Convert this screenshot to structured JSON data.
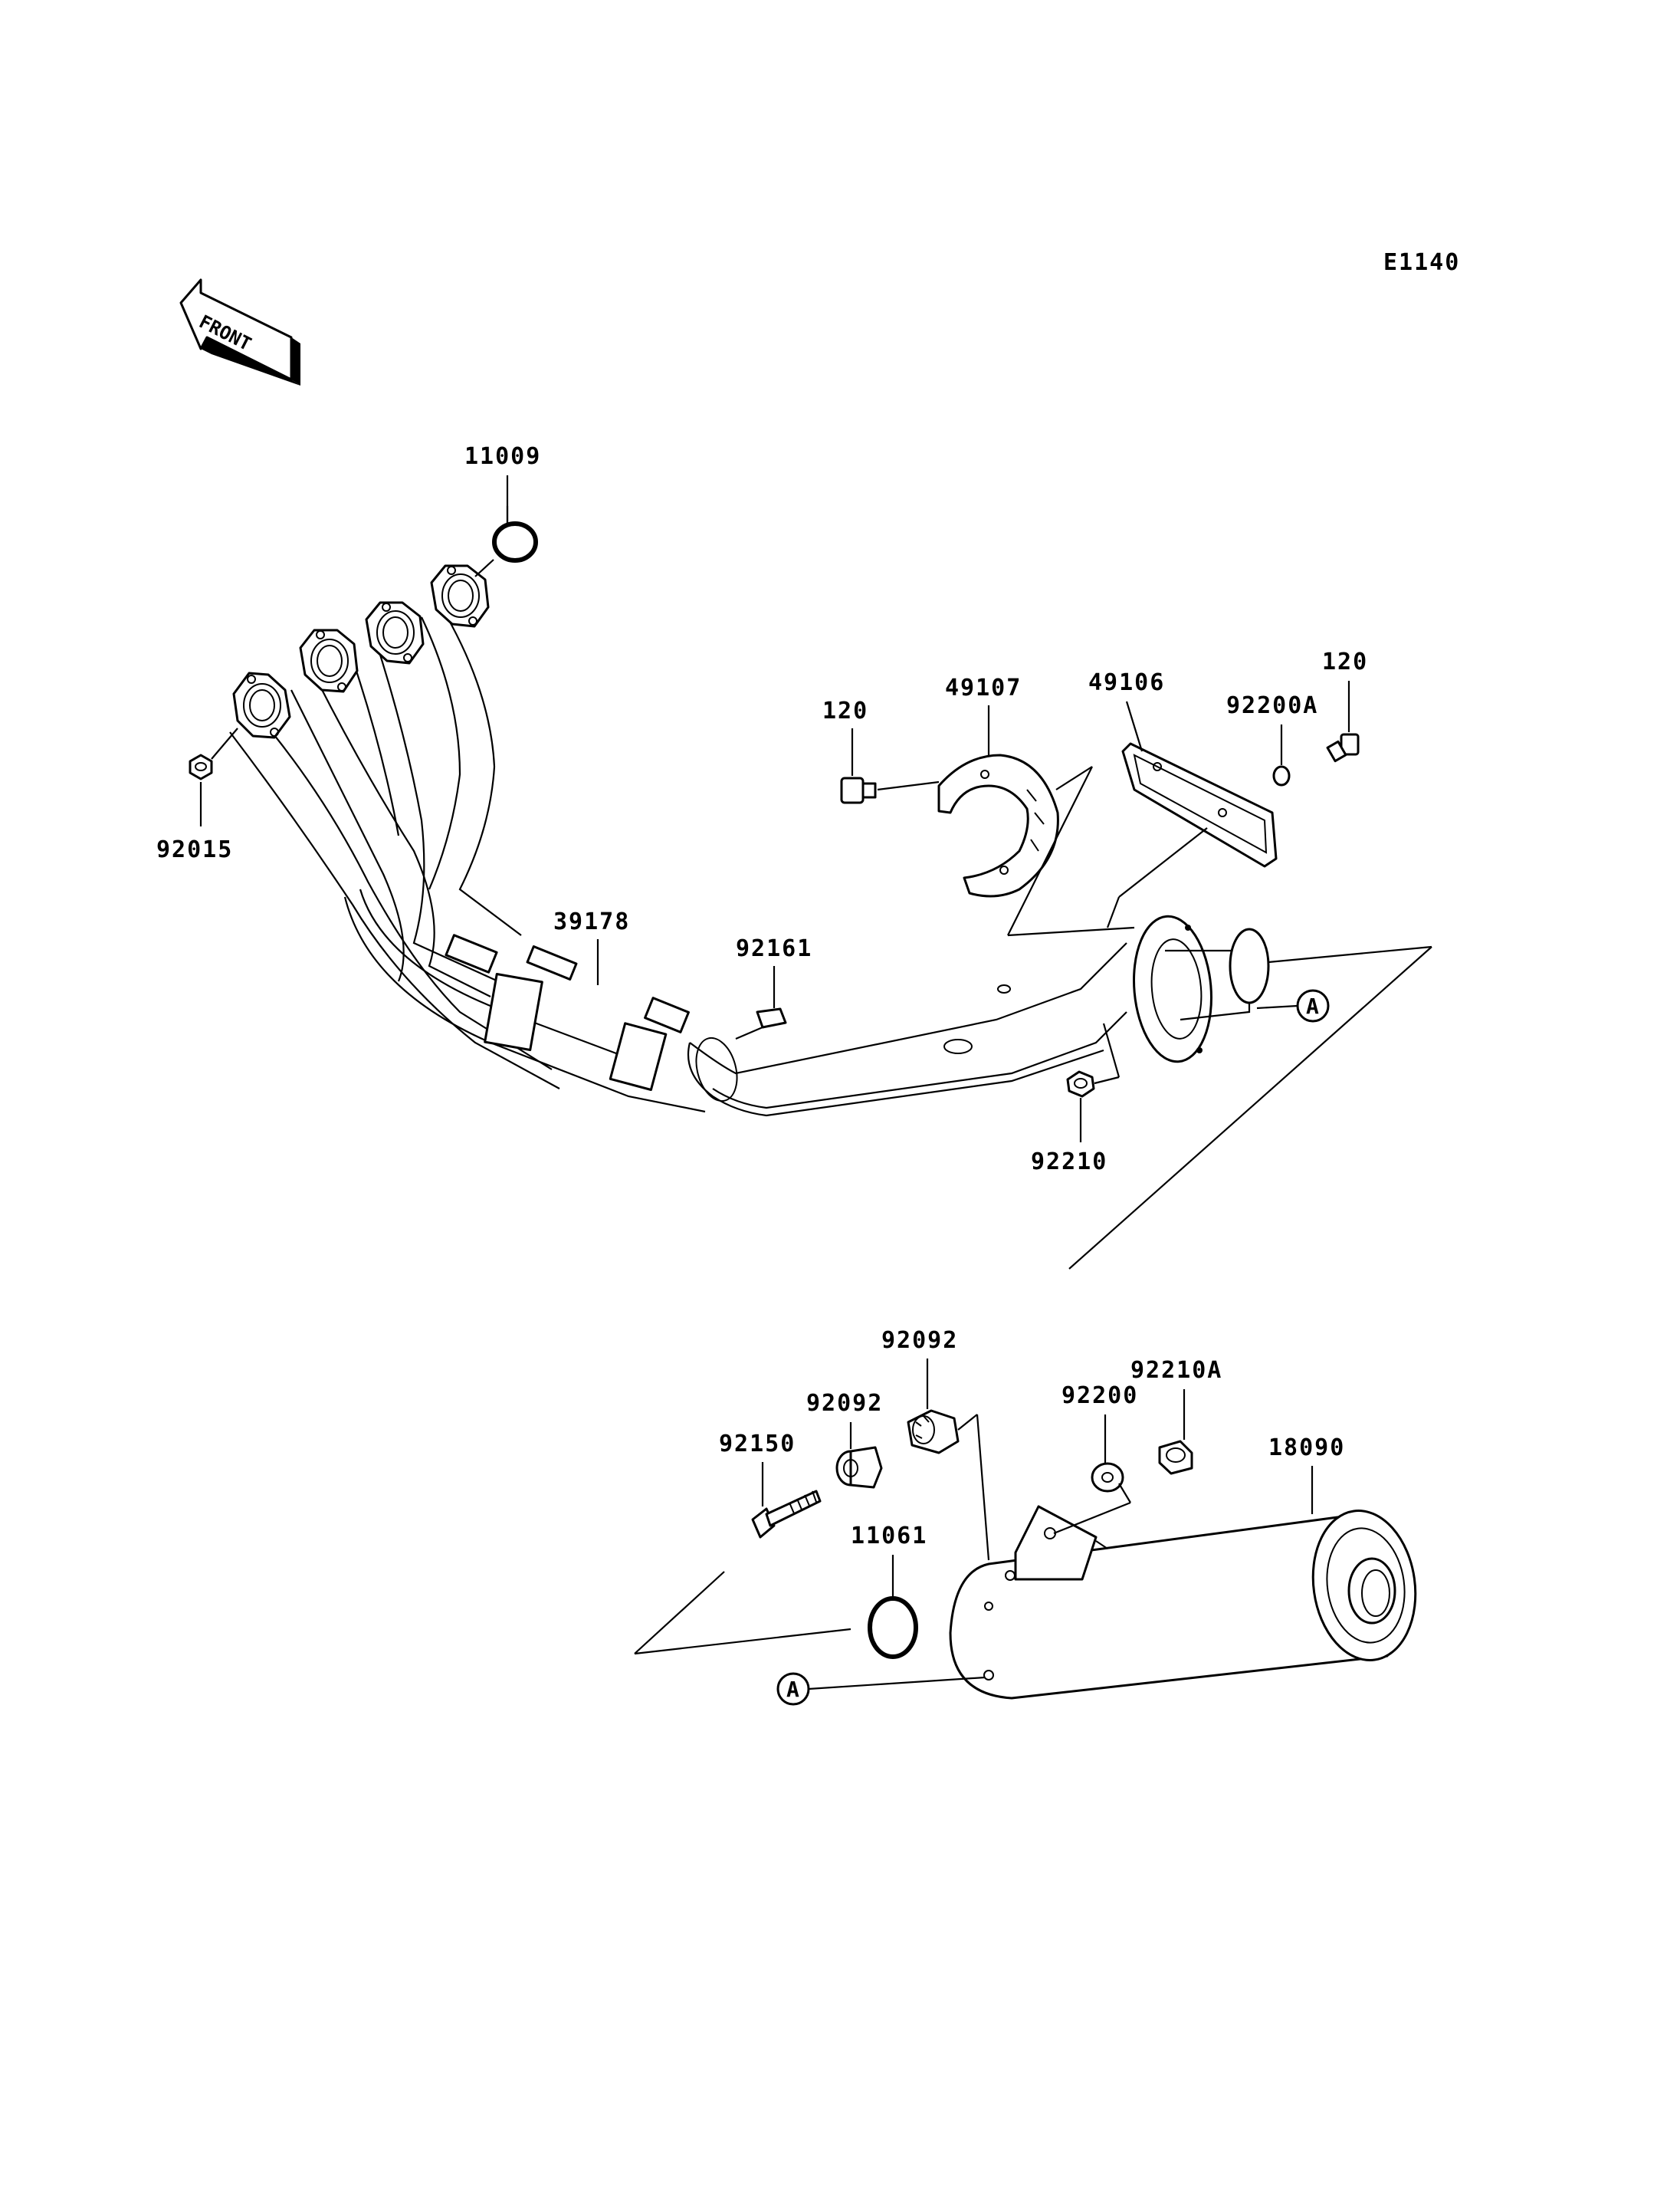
{
  "diagram_code": "E1140",
  "front_label": "FRONT",
  "ref_marker": "A",
  "parts": {
    "p11009": "11009",
    "p92015": "92015",
    "p39178": "39178",
    "p92161": "92161",
    "p120a": "120",
    "p49107": "49107",
    "p49106": "49106",
    "p92200A": "92200A",
    "p120b": "120",
    "p92210": "92210",
    "p92092a": "92092",
    "p92092b": "92092",
    "p92150": "92150",
    "p92200": "92200",
    "p92210A": "92210A",
    "p18090": "18090",
    "p11061": "11061"
  }
}
